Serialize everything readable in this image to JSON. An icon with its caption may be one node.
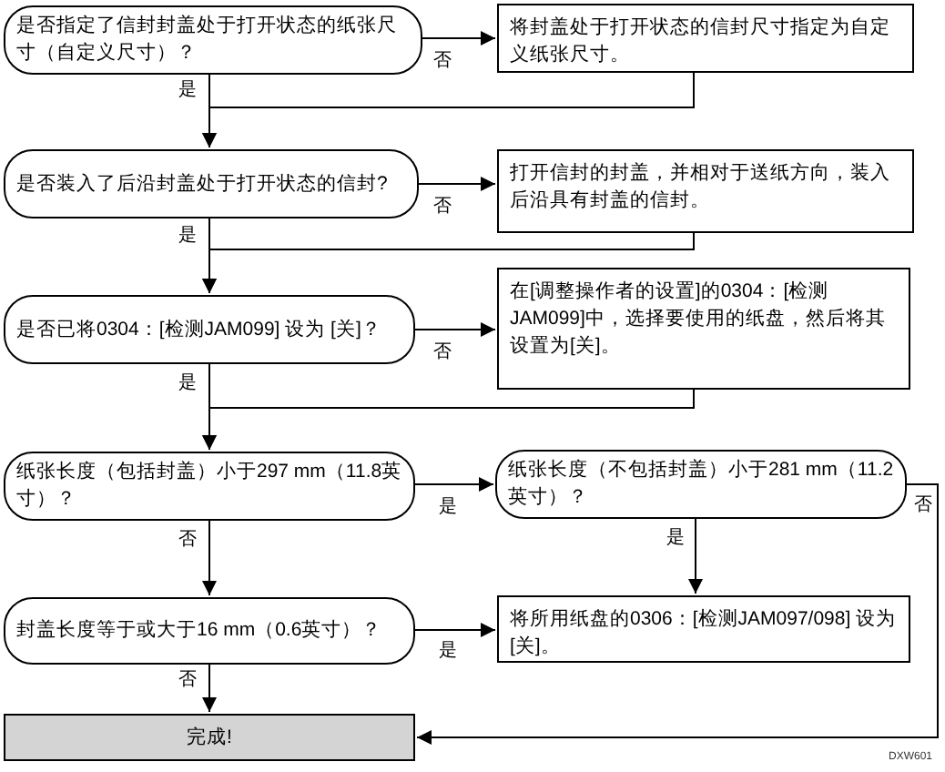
{
  "diagram": {
    "nodes": [
      {
        "text": [
          "是否指定了信封封盖处于打开状态的纸张尺寸（自定义尺寸）？"
        ]
      },
      {
        "text": [
          "将封盖处于打开状态的信封尺寸指定为自定义纸张尺寸。"
        ]
      },
      {
        "text": [
          "是否装入了后沿封盖处于打开状态的信封?"
        ]
      },
      {
        "text": [
          "打开信封的封盖，并相对于送纸方向，装入后沿具有封盖的信封。"
        ]
      },
      {
        "text": [
          "是否已将0304：[检测JAM099] 设为 [关]？"
        ]
      },
      {
        "text": [
          "在[调整操作者的设置]的0304：[检测JAM099]中，选择要使用的纸盘，然后将其设置为[关]。"
        ]
      },
      {
        "text": [
          "纸张长度（包括封盖）小于297 mm（11.8英寸）？"
        ]
      },
      {
        "text": [
          "纸张长度（不包括封盖）小于281 mm（11.2英寸）？"
        ]
      },
      {
        "text": [
          "封盖长度等于或大于16 mm（0.6英寸）？"
        ]
      },
      {
        "text": [
          "将所用纸盘的0306：[检测JAM097/098] 设为 [关]。"
        ]
      },
      {
        "text": [
          "完成!"
        ]
      }
    ],
    "edges": [
      {
        "from": 0,
        "to": 1,
        "arrow": "to",
        "label": "否"
      },
      {
        "from": 0,
        "to": 2,
        "arrow": "to",
        "label": "是"
      },
      {
        "from": 1,
        "to": 2,
        "arrow": "to"
      },
      {
        "from": 2,
        "to": 3,
        "arrow": "to",
        "label": "否"
      },
      {
        "from": 2,
        "to": 4,
        "arrow": "to",
        "label": "是"
      },
      {
        "from": 3,
        "to": 4,
        "arrow": "to"
      },
      {
        "from": 4,
        "to": 5,
        "arrow": "to",
        "label": "否"
      },
      {
        "from": 4,
        "to": 6,
        "arrow": "to",
        "label": "是"
      },
      {
        "from": 5,
        "to": 6,
        "arrow": "to"
      },
      {
        "from": 6,
        "to": 7,
        "arrow": "to",
        "label": "是"
      },
      {
        "from": 6,
        "to": 8,
        "arrow": "to",
        "label": "否"
      },
      {
        "from": 7,
        "to": 9,
        "arrow": "to",
        "label": "是"
      },
      {
        "from": 7,
        "to": 10,
        "arrow": "to",
        "label": "否"
      },
      {
        "from": 8,
        "to": 9,
        "arrow": "to",
        "label": "是"
      },
      {
        "from": 8,
        "to": 10,
        "arrow": "to",
        "label": "否"
      }
    ],
    "labels": [
      "DXW601"
    ]
  }
}
